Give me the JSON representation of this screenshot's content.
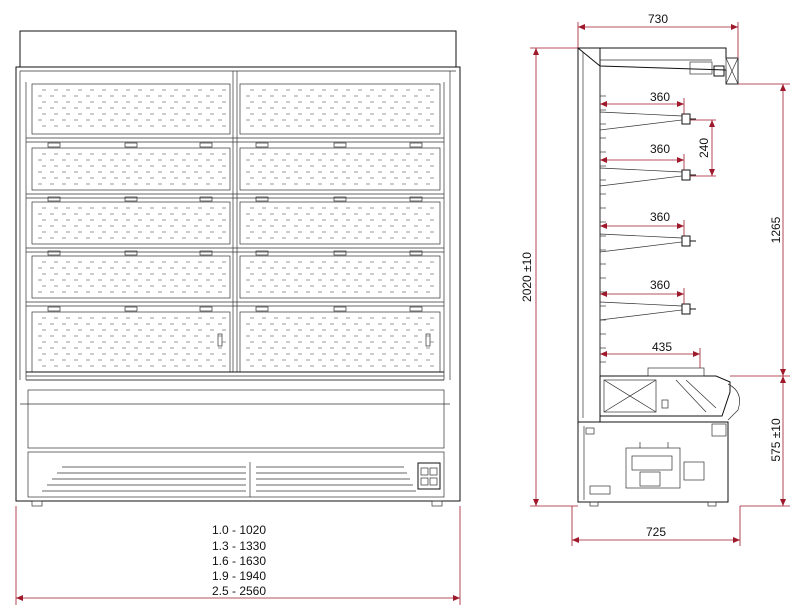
{
  "front_view": {
    "width_options": [
      "1.0 - 1020",
      "1.3 - 1330",
      "1.6 - 1630",
      "1.9 - 1940",
      "2.5 - 2560"
    ]
  },
  "side_view": {
    "depth_top": "730",
    "depth_bottom": "725",
    "overall_height": "2020 ±10",
    "display_height": "1265",
    "base_height": "575 ±10",
    "shelf_pitch": "240",
    "shelf_depths": [
      "360",
      "360",
      "360",
      "360"
    ],
    "bottom_deck_depth": "435"
  },
  "colors": {
    "dimension": "#a0182b",
    "line": "#111111"
  }
}
